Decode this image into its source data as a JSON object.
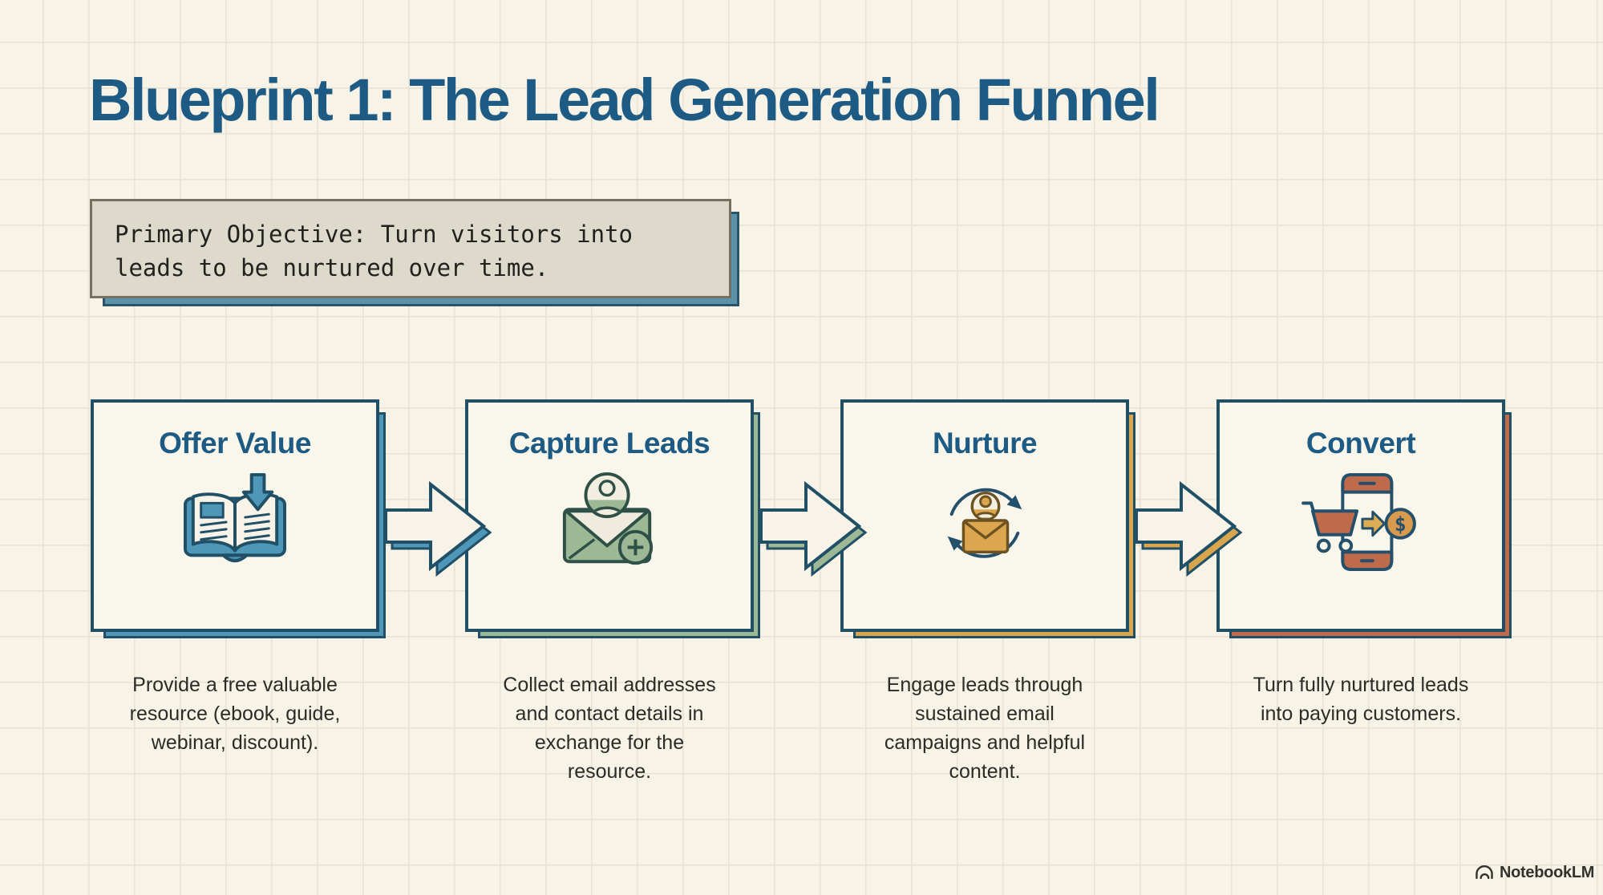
{
  "title": "Blueprint 1: The Lead Generation Funnel",
  "objective": {
    "line1": "Primary Objective: Turn visitors into",
    "line2": "leads to be nurtured over time."
  },
  "steps": [
    {
      "title": "Offer Value",
      "description": "Provide a free valuable resource (ebook, guide, webinar, discount).",
      "icon": "book-download-icon",
      "accent_color": "#4e97b8"
    },
    {
      "title": "Capture Leads",
      "description": "Collect email addresses and contact details in exchange for the resource.",
      "icon": "email-new-contact-icon",
      "accent_color": "#9db894"
    },
    {
      "title": "Nurture",
      "description": "Engage leads through sustained email campaigns and helpful content.",
      "icon": "email-nurture-cycle-icon",
      "accent_color": "#d9a64e"
    },
    {
      "title": "Convert",
      "description": "Turn fully nurtured leads into paying customers.",
      "icon": "mobile-checkout-icon",
      "accent_color": "#c06a4c"
    }
  ],
  "branding": {
    "label": "NotebookLM",
    "icon": "notebooklm-logo-icon"
  },
  "colors": {
    "background": "#f7f3e6",
    "grid_line": "#e7e2d3",
    "heading": "#1d5a84",
    "card_border": "#204f66",
    "card_fill": "#f9f6eb",
    "objective_fill": "#ddd9cb",
    "objective_border": "#75705f",
    "objective_shadow": "#5b92a9",
    "body_text": "#2b2b27"
  }
}
